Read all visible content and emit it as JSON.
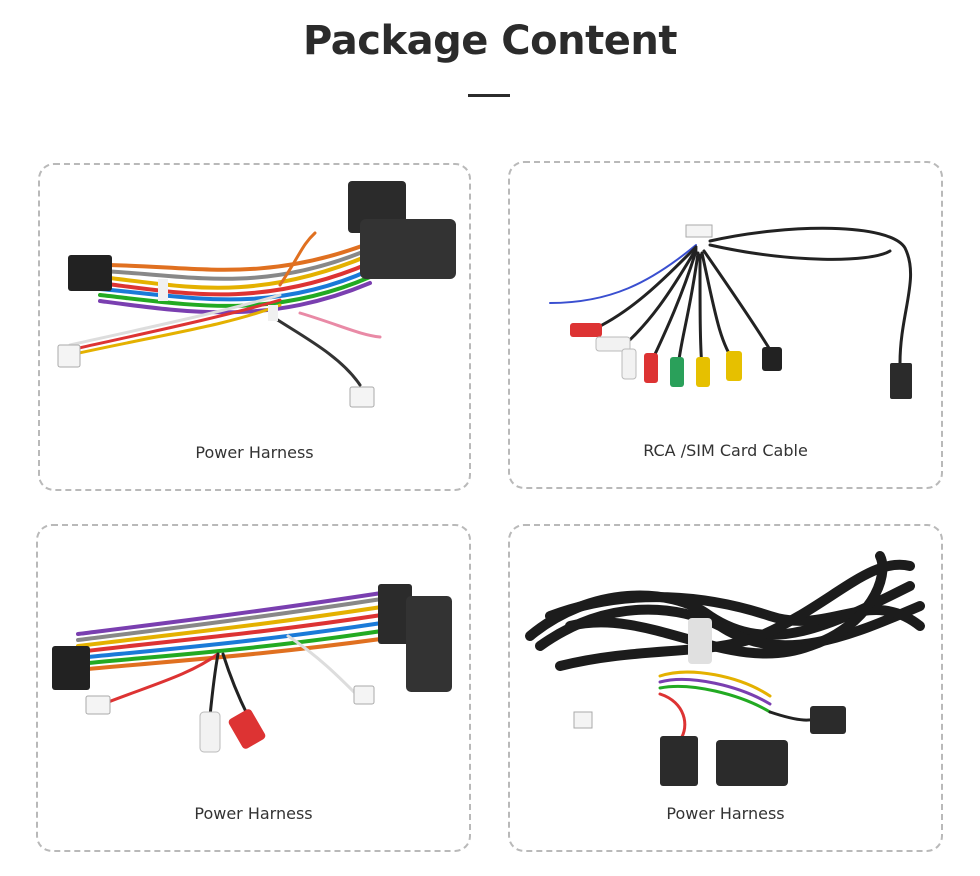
{
  "header": {
    "title": "Package Content"
  },
  "items": [
    {
      "caption": "Power Harness"
    },
    {
      "caption": "RCA /SIM Card Cable"
    },
    {
      "caption": "Power Harness"
    },
    {
      "caption": "Power Harness"
    }
  ]
}
